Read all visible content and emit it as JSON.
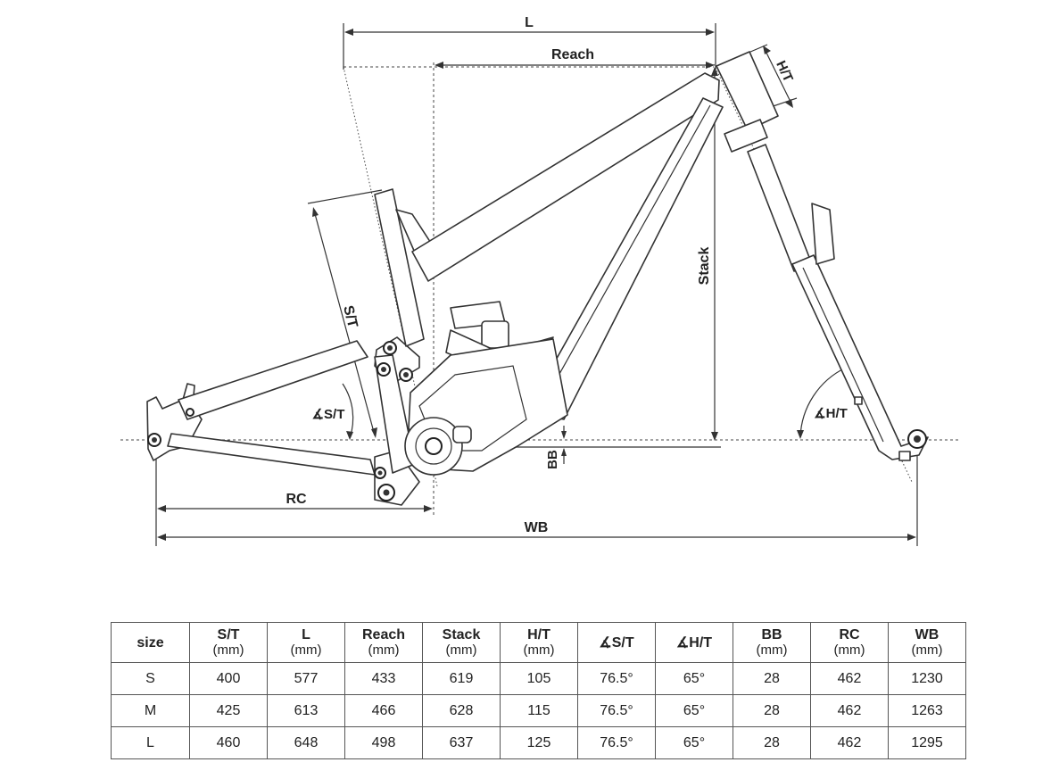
{
  "diagram": {
    "labels": {
      "l": "L",
      "reach": "Reach",
      "ht": "H/T",
      "st": "S/T",
      "stack": "Stack",
      "st_angle": "∡S/T",
      "ht_angle": "∡H/T",
      "bb": "BB",
      "rc": "RC",
      "wb": "WB"
    }
  },
  "table": {
    "headers": [
      {
        "label": "size",
        "unit": ""
      },
      {
        "label": "S/T",
        "unit": "(mm)"
      },
      {
        "label": "L",
        "unit": "(mm)"
      },
      {
        "label": "Reach",
        "unit": "(mm)"
      },
      {
        "label": "Stack",
        "unit": "(mm)"
      },
      {
        "label": "H/T",
        "unit": "(mm)"
      },
      {
        "label": "∡S/T",
        "unit": ""
      },
      {
        "label": "∡H/T",
        "unit": ""
      },
      {
        "label": "BB",
        "unit": "(mm)"
      },
      {
        "label": "RC",
        "unit": "(mm)"
      },
      {
        "label": "WB",
        "unit": "(mm)"
      }
    ],
    "rows": [
      [
        "S",
        "400",
        "577",
        "433",
        "619",
        "105",
        "76.5°",
        "65°",
        "28",
        "462",
        "1230"
      ],
      [
        "M",
        "425",
        "613",
        "466",
        "628",
        "115",
        "76.5°",
        "65°",
        "28",
        "462",
        "1263"
      ],
      [
        "L",
        "460",
        "648",
        "498",
        "637",
        "125",
        "76.5°",
        "65°",
        "28",
        "462",
        "1295"
      ]
    ]
  }
}
